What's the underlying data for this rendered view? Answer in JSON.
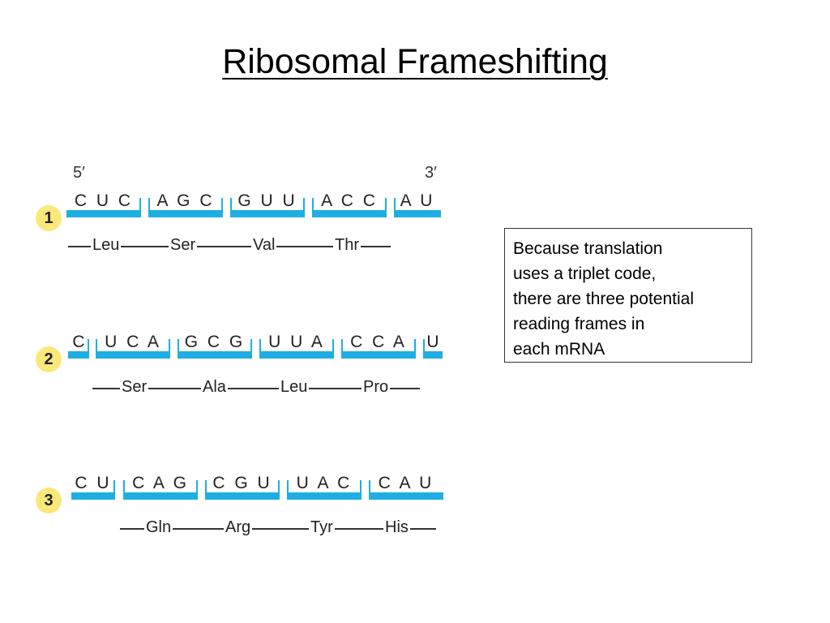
{
  "title": "Ribosomal Frameshifting",
  "diagram": {
    "five_prime": "5′",
    "three_prime": "3′",
    "frames": [
      {
        "number": "1",
        "codons": [
          "CUC",
          "AGC",
          "GUU",
          "ACC",
          "AU"
        ],
        "amino_acids": [
          "Leu",
          "Ser",
          "Val",
          "Thr"
        ]
      },
      {
        "number": "2",
        "codons": [
          "C",
          "UCA",
          "GCG",
          "UUA",
          "CCA",
          "U"
        ],
        "amino_acids": [
          "Ser",
          "Ala",
          "Leu",
          "Pro"
        ]
      },
      {
        "number": "3",
        "codons": [
          "CU",
          "CAG",
          "CGU",
          "UAC",
          "CAU"
        ],
        "amino_acids": [
          "Gln",
          "Arg",
          "Tyr",
          "His"
        ]
      }
    ]
  },
  "note": {
    "lines": [
      "Because translation",
      "uses a triplet code,",
      "there are three potential",
      "reading frames in",
      "each mRNA"
    ]
  },
  "colors": {
    "mrna_bar": "#1eaee3",
    "badge": "#fbe87a"
  }
}
